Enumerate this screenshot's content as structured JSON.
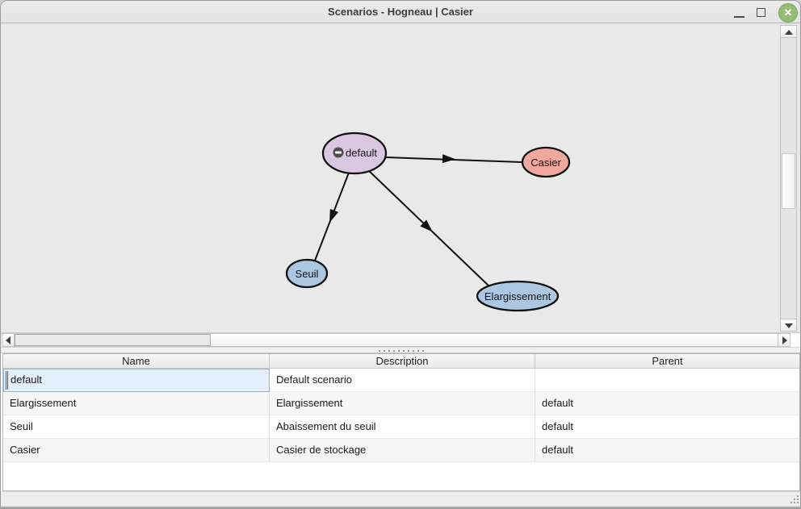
{
  "window": {
    "title": "Scenarios - Hogneau | Casier",
    "close_color": "#94bd74",
    "titlebar_color": "#e8e8e8"
  },
  "graph": {
    "background_color": "#e9e9e9",
    "nodes": [
      {
        "id": "default",
        "label": "default",
        "fill": "#d9c6e1",
        "badge_icon": "minus-circle"
      },
      {
        "id": "casier",
        "label": "Casier",
        "fill": "#f0a89d"
      },
      {
        "id": "seuil",
        "label": "Seuil",
        "fill": "#abc7e1"
      },
      {
        "id": "elargissement",
        "label": "Elargissement",
        "fill": "#abc7e1"
      }
    ],
    "edges": [
      {
        "from": "default",
        "to": "casier"
      },
      {
        "from": "default",
        "to": "seuil"
      },
      {
        "from": "default",
        "to": "elargissement"
      }
    ]
  },
  "table": {
    "columns": [
      {
        "label": "Name"
      },
      {
        "label": "Description"
      },
      {
        "label": "Parent"
      }
    ],
    "rows": [
      {
        "name": "default",
        "description": "Default scenario",
        "parent": ""
      },
      {
        "name": "Elargissement",
        "description": "Elargissement",
        "parent": "default"
      },
      {
        "name": "Seuil",
        "description": "Abaissement du seuil",
        "parent": "default"
      },
      {
        "name": "Casier",
        "description": "Casier de stockage",
        "parent": "default"
      }
    ],
    "selection": {
      "row": 0,
      "column": "name",
      "highlight_color": "#e3f0fc",
      "border_color": "#8fb4d6"
    }
  }
}
